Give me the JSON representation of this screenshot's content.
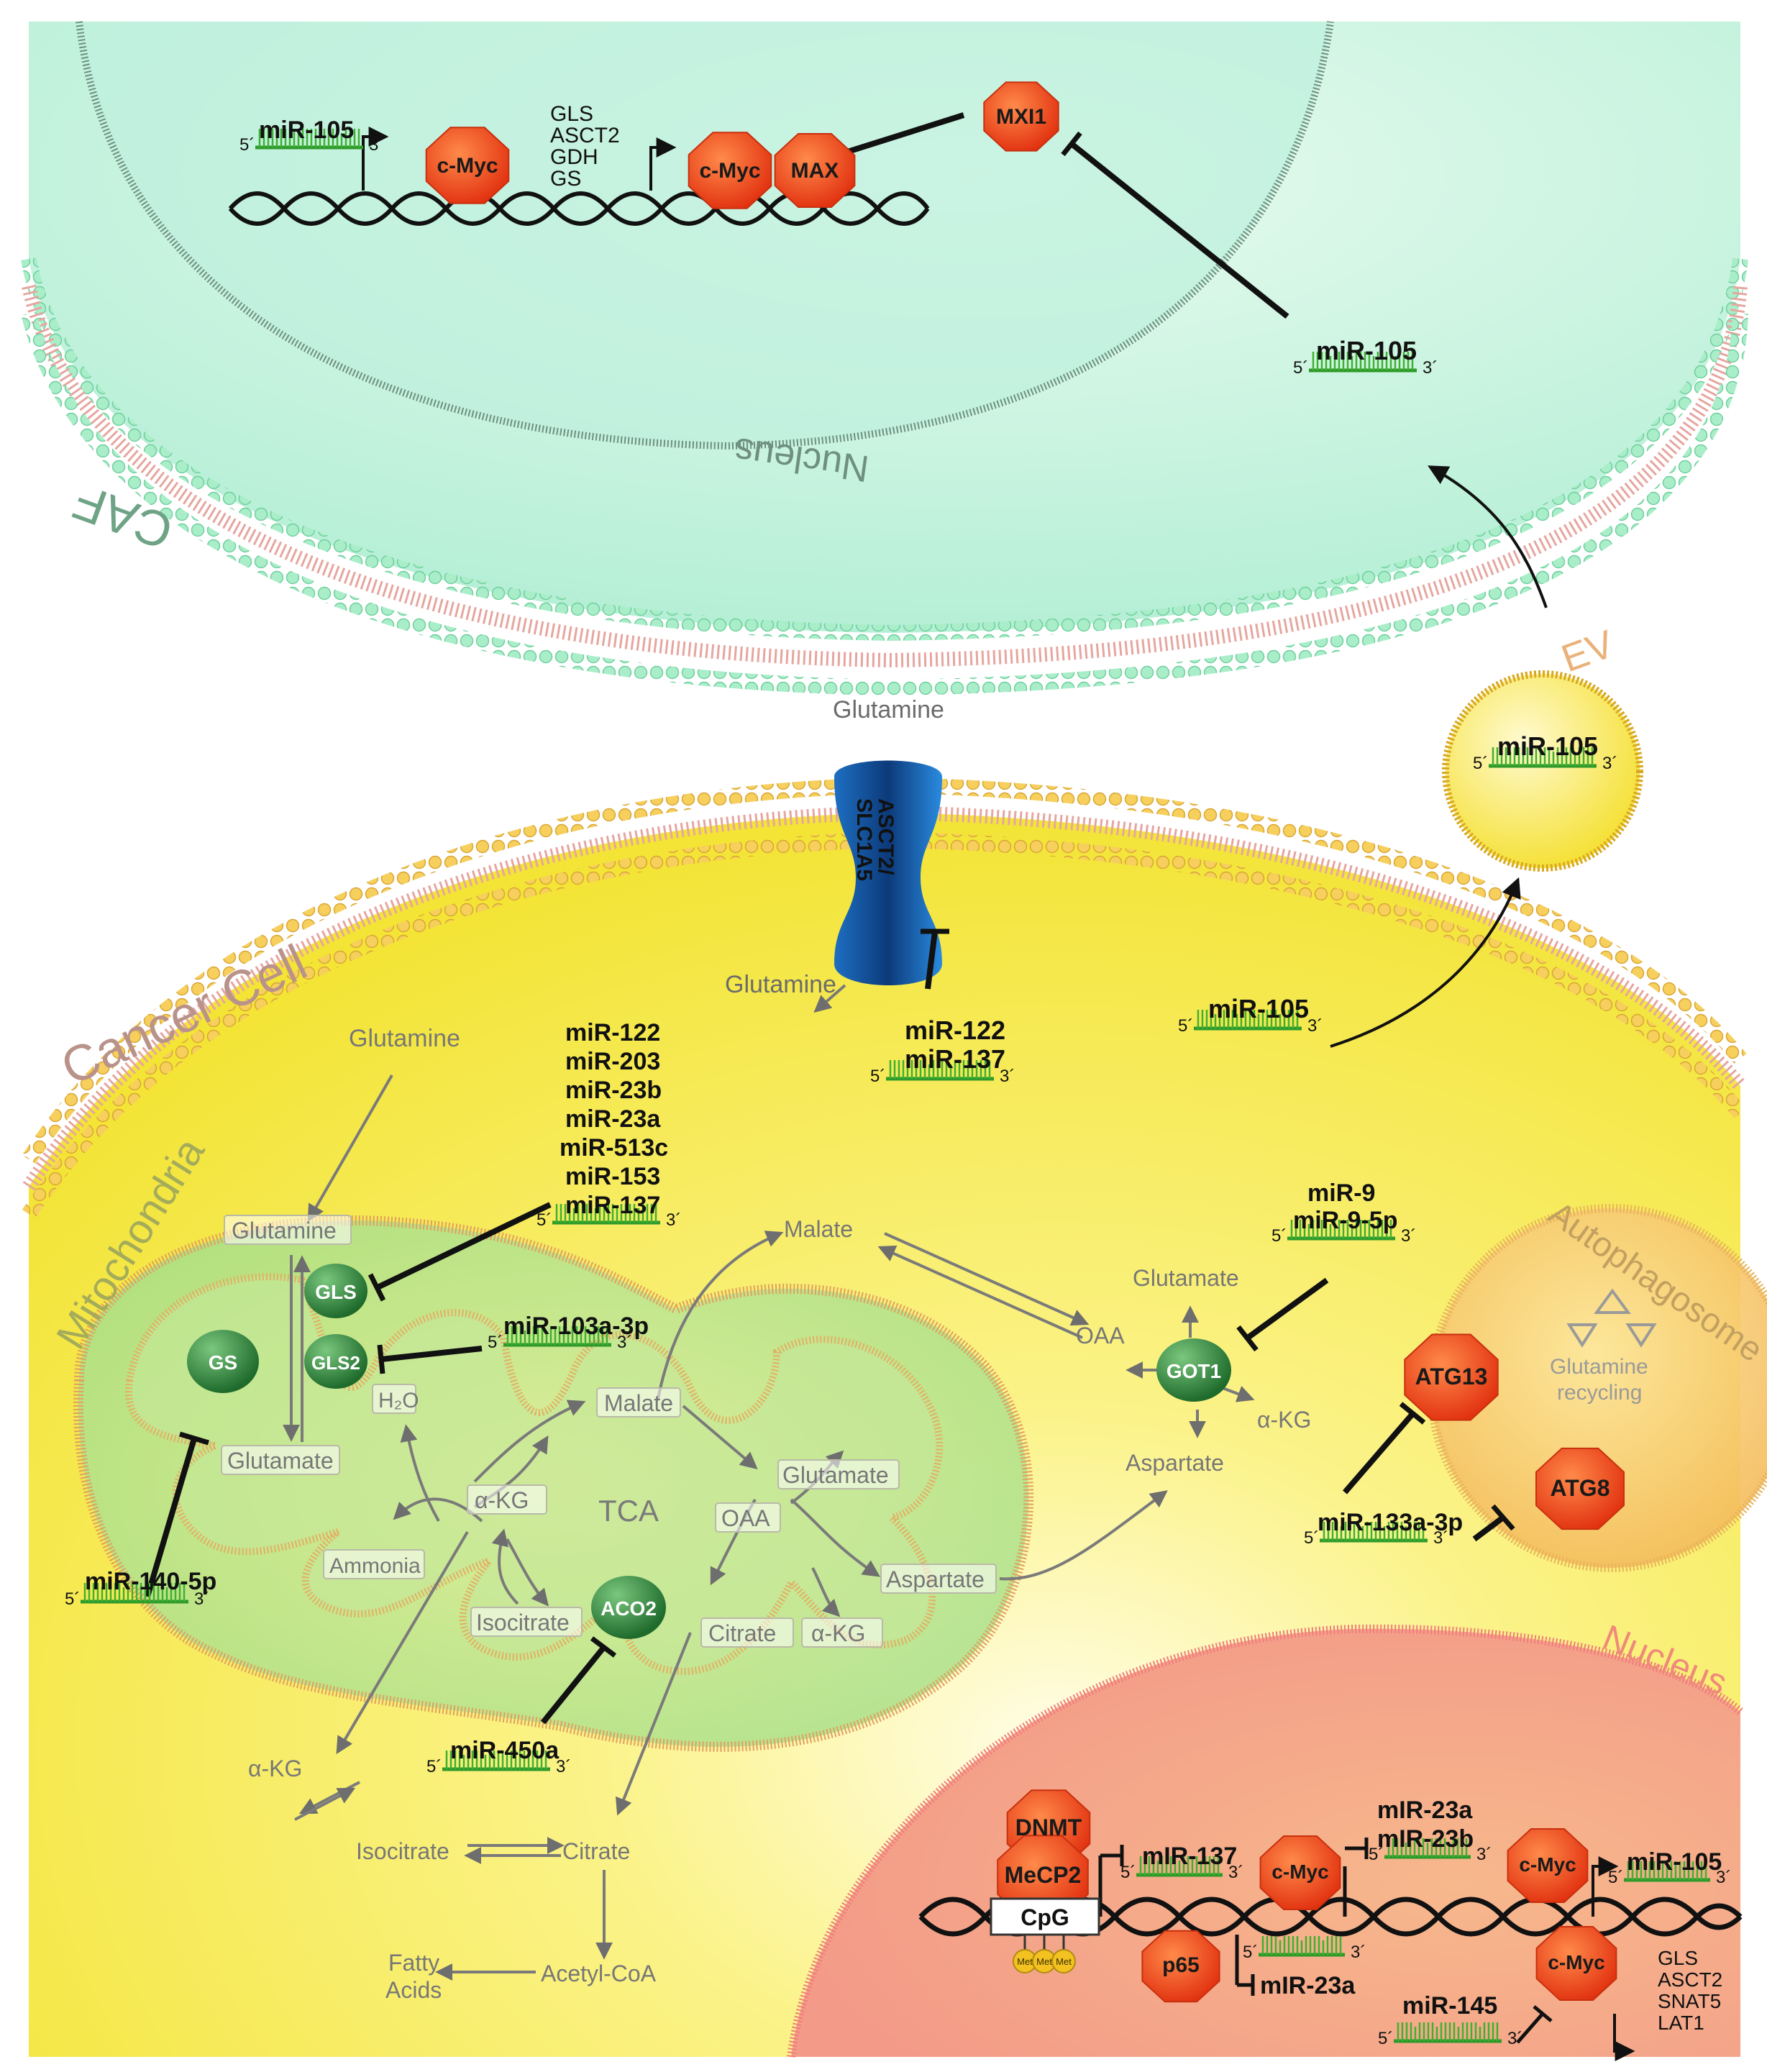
{
  "compartments": {
    "caf": "CAF",
    "caf_nucleus": "Nucleus",
    "cancer_cell": "Cancer Cell",
    "mitochondria": "Mitochondria",
    "ev": "EV",
    "autophagosome": "Autophagosome",
    "cell_nucleus": "Nucleus",
    "tca": "TCA"
  },
  "strand": {
    "five": "5´",
    "three": "3´"
  },
  "caf_panel": {
    "mir105_top": "miR-105",
    "cmyc_1": "c-Myc",
    "cmyc_2": "c-Myc",
    "max": "MAX",
    "mxi1": "MXI1",
    "targets": [
      "GLS",
      "ASCT2",
      "GDH",
      "GS"
    ],
    "mir105_free": "miR-105"
  },
  "ev": {
    "mir": "miR-105"
  },
  "transporter": {
    "line1": "ASCT2/",
    "line2": "SLC1A5",
    "glutamine_out": "Glutamine",
    "glutamine_in": "Glutamine"
  },
  "asct2_mirs": [
    "miR-122",
    "miR-137"
  ],
  "cell_mir105": "miR-105",
  "gls_mirs": [
    "miR-122",
    "miR-203",
    "miR-23b",
    "miR-23a",
    "miR-513c",
    "miR-153",
    "miR-137"
  ],
  "mito": {
    "glutamine_cyto": "Glutamine",
    "glutamine_box": "Glutamine",
    "gls": "GLS",
    "gls2": "GLS2",
    "gs": "GS",
    "glutamate_box": "Glutamate",
    "h2o": "H₂O",
    "ammonia": "Ammonia",
    "akg": "α-KG",
    "malate": "Malate",
    "oaa": "OAA",
    "glutamate2": "Glutamate",
    "aspartate": "Aspartate",
    "akg2": "α-KG",
    "citrate": "Citrate",
    "isocitrate": "Isocitrate",
    "aco2": "ACO2"
  },
  "mir103": "miR-103a-3p",
  "mir140": "miR-140-5p",
  "mir450": "miR-450a",
  "cyto": {
    "akg": "α-KG",
    "isocitrate": "Isocitrate",
    "citrate": "Citrate",
    "acetylcoa": "Acetyl-CoA",
    "fatty1": "Fatty",
    "fatty2": "Acids",
    "malate": "Malate",
    "oaa": "OAA",
    "glutamate": "Glutamate",
    "got1": "GOT1",
    "akg2": "α-KG",
    "aspartate": "Aspartate"
  },
  "mir9": [
    "miR-9",
    "miR-9-5p"
  ],
  "autophagy": {
    "atg13": "ATG13",
    "atg8": "ATG8",
    "recycling1": "Glutamine",
    "recycling2": "recycling",
    "mir": "miR-133a-3p"
  },
  "nucleus": {
    "dnmt": "DNMT",
    "mecp2": "MeCP2",
    "cpg": "CpG",
    "met": "Met",
    "mir137": "mIR-137",
    "cmyc_a": "c-Myc",
    "mir23": [
      "mIR-23a",
      "mIR-23b"
    ],
    "cmyc_b": "c-Myc",
    "mir105": "miR-105",
    "p65": "p65",
    "mir23a": "mIR-23a",
    "cmyc_c": "c-Myc",
    "targets": [
      "GLS",
      "ASCT2",
      "SNAT5",
      "LAT1"
    ],
    "mir145": "miR-145"
  },
  "colors": {
    "caf_fill": "#c7f3df",
    "cell_fill": "#f9ee5a",
    "mito_fill": "#b8e48a",
    "nucleus_fill": "#f5a98a",
    "enzyme_green": "#2e7d3a",
    "protein_red": "#f04e1e",
    "rna_green": "#35a52b",
    "membrane_green": "#a9eec9",
    "membrane_orange": "#e8b84a"
  }
}
